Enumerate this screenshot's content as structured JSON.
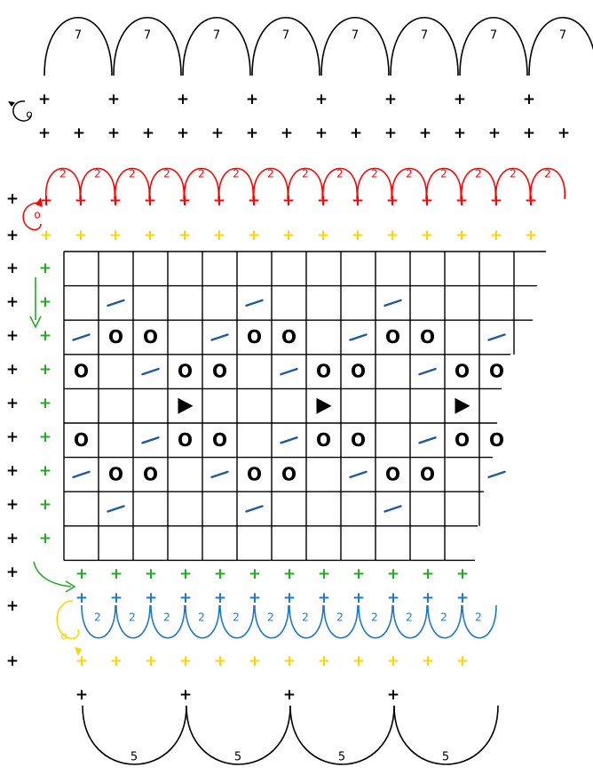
{
  "colors": {
    "black": "#000000",
    "red": "#ff0000",
    "yellow": "#ffd400",
    "green": "#22aa22",
    "blue": "#1e78d2",
    "dash": "#1e5aa0"
  },
  "symbols": {
    "stitch": "+",
    "chain_loop": "o"
  },
  "top_arches": {
    "label": "7",
    "count": 8
  },
  "red_arches": {
    "label": "2",
    "count": 15
  },
  "blue_arches": {
    "label": "2",
    "count": 12
  },
  "bottom_arches": {
    "label": "5",
    "count": 4
  },
  "grid": {
    "cell_symbols": {
      "circle": "O",
      "dash": "/",
      "triangle": "▶"
    },
    "rows": [
      "...........",
      ".-...-...-.",
      "-OO.-OO.-OO.-",
      "O.-OO.-OO.-OO",
      "...T...T...T",
      "O.-OO.-OO.-OO",
      "-OO.-OO.-OO.-",
      ".-...-...-.",
      "..........."
    ]
  }
}
